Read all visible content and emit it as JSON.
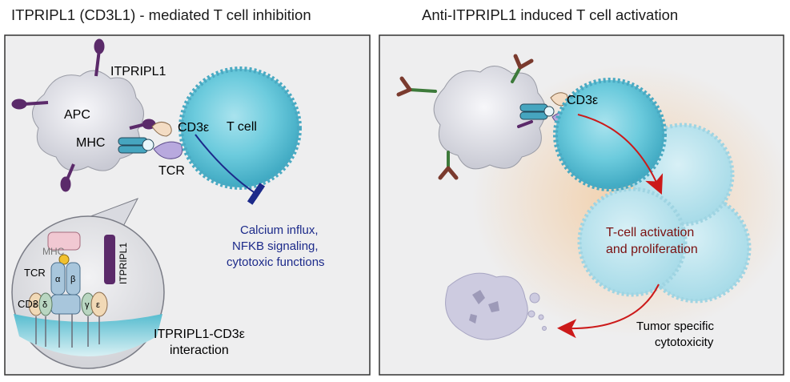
{
  "panels": {
    "left": {
      "title": "ITPRIPL1 (CD3L1) - mediated T cell inhibition",
      "labels": {
        "itpripl1": "ITPRIPL1",
        "apc": "APC",
        "mhc": "MHC",
        "cd3e": "CD3ε",
        "tcr": "TCR",
        "tcell": "T cell",
        "effect_1": "Calcium influx,",
        "effect_2": "NFKB signaling,",
        "effect_3": "cytotoxic functions",
        "inset_mhc": "MHC",
        "inset_tcr": "TCR",
        "inset_cd3": "CD3",
        "inset_alpha": "α",
        "inset_beta": "β",
        "inset_eps1": "ε",
        "inset_delta": "δ",
        "inset_gamma": "γ",
        "inset_eps2": "ε",
        "inset_itpripl1": "ITPRIPL1",
        "interaction_1": "ITPRIPL1-CD3ε",
        "interaction_2": "interaction"
      }
    },
    "right": {
      "title": "Anti-ITPRIPL1 induced T cell activation",
      "labels": {
        "cd3e": "CD3ε",
        "activation_1": "T-cell activation",
        "activation_2": "and proliferation",
        "tumor_1": "Tumor specific",
        "tumor_2": "cytotoxicity"
      }
    }
  },
  "colors": {
    "panel_bg": "#eeeeef",
    "tcell": "#5fc3d6",
    "apc": "#e7e8ee",
    "itpripl1": "#5b2a6a",
    "inhibition": "#1c2a8a",
    "activation_arrow": "#cc1a1a",
    "activation_text": "#7a1010",
    "antibody_arm": "#7a3a2e",
    "antibody_stem": "#3d7a3a"
  }
}
